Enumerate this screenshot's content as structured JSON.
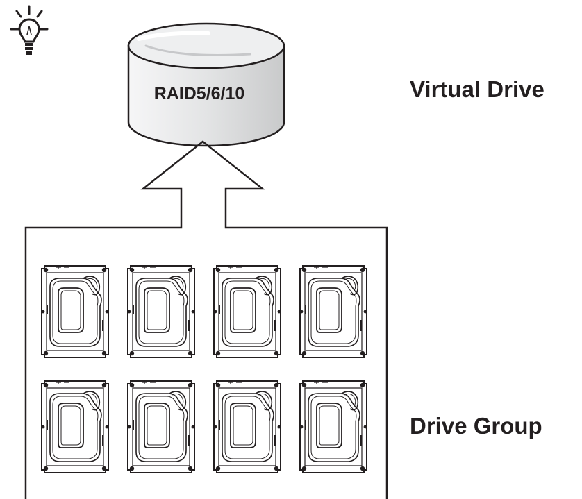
{
  "raid_label": "RAID5/6/10",
  "virtual_drive_label": "Virtual Drive",
  "drive_group_label": "Drive Group",
  "drive_count": 8,
  "icons": {
    "tip": "lightbulb-icon",
    "drive": "hard-drive-icon",
    "database": "database-cylinder-icon"
  },
  "colors": {
    "ink": "#231f20",
    "cylinder_top": "#e6e7e8",
    "cylinder_body": "#d9dadb"
  }
}
